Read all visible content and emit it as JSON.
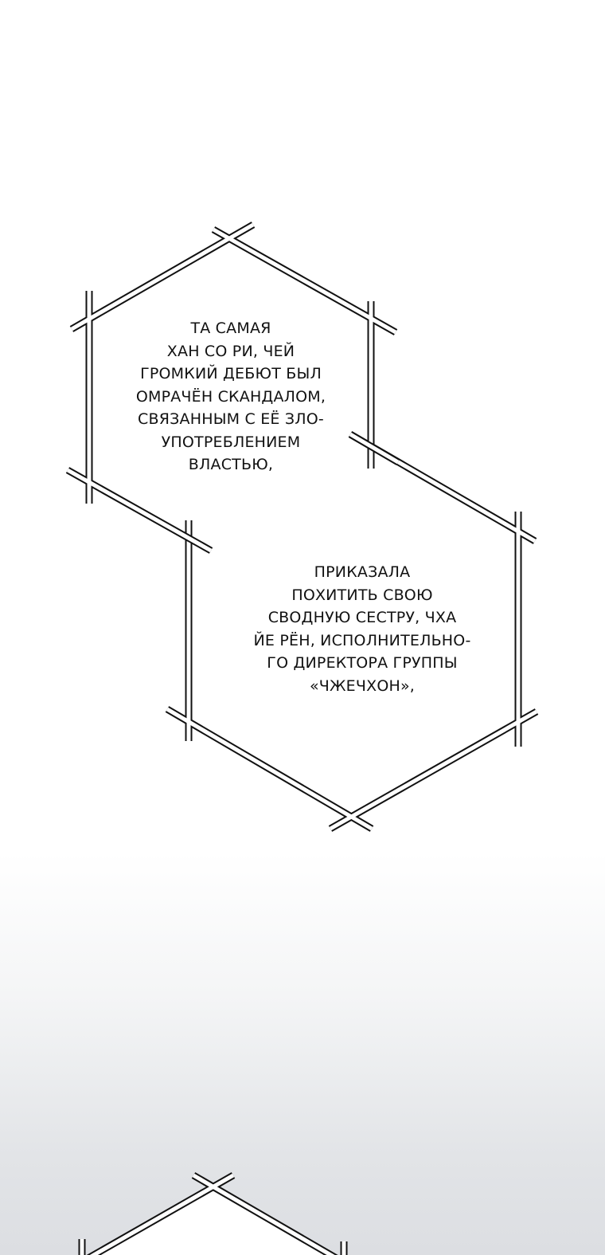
{
  "page": {
    "background_top": "#ffffff",
    "background_bottom": "#dcdee2",
    "bubble_fill": "#ffffff",
    "bubble_stroke": "#111111"
  },
  "bubbles": [
    {
      "id": "bubble-1",
      "shape": "hexagon",
      "lines": [
        "Та самая",
        "Хан Со Ри, чей",
        "громкий дебют был",
        "омрачён скандалом,",
        "связанным с её зло-",
        "употреблением",
        "властью,"
      ]
    },
    {
      "id": "bubble-2",
      "shape": "hexagon",
      "lines": [
        "приказала",
        "похитить свою",
        "сводную сестру, Чха",
        "Йе Рён, исполнительно-",
        "го директора группы",
        "«Чжечхон»,"
      ]
    },
    {
      "id": "bubble-3",
      "shape": "hexagon",
      "lines": []
    }
  ]
}
